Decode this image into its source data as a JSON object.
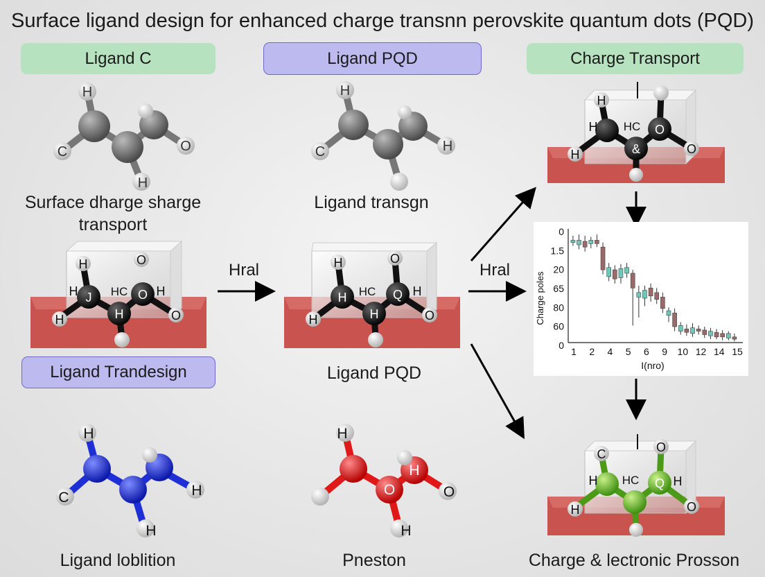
{
  "title": "Surface ligand design for enhanced charge transnn perovskite quantum dots (PQD)",
  "pills": {
    "ligand_c": "Ligand C",
    "ligand_pqd": "Ligand PQD",
    "charge_transport": "Charge Transport",
    "ligand_trandesign": "Ligand Trandesign"
  },
  "captions": {
    "surface_charge_line1": "Surface dharge sharge",
    "surface_charge_line2": "transport",
    "ligand_transgn": "Ligand transgn",
    "ligand_pqd": "Ligand  PQD",
    "ligand_loblition": "Ligand loblition",
    "pneston": "Pneston",
    "charge_electronic": "Charge & lectronic Prosson"
  },
  "arrow_labels": {
    "left": "Hral",
    "middle": "Hral"
  },
  "atoms": {
    "mol1": [
      "H",
      "C",
      "H",
      "O"
    ],
    "mol2": [
      "H",
      "C",
      "H"
    ],
    "slab1": [
      "H",
      "O",
      "H",
      "J",
      "HC",
      "O",
      "H",
      "H",
      "H",
      "O"
    ],
    "slab2": [
      "H",
      "O",
      "H",
      "HC",
      "Q",
      "H",
      "H",
      "H",
      "O"
    ],
    "slab3": [
      "H",
      "H",
      "HC",
      "O",
      "H",
      "&",
      "O"
    ],
    "slab4": [
      "C",
      "O",
      "H",
      "HC",
      "Q",
      "H",
      "H",
      "O"
    ],
    "mol_blue": [
      "H",
      "C",
      "H",
      "H"
    ],
    "mol_red": [
      "H",
      "H",
      "O",
      "O",
      "H"
    ]
  },
  "colors": {
    "pill_green": "#b7e2bf",
    "pill_purple": "#bdbaf0",
    "substrate": "#c9534f",
    "atom_black": "#111111",
    "atom_gray": "#6b6b6b",
    "atom_blue": "#1f2fd6",
    "atom_red": "#e01818",
    "atom_green": "#6fbf2a",
    "candle_teal": "#6fc7b8",
    "candle_brown": "#9a6a6a"
  },
  "chart_data": {
    "type": "candlestick",
    "xlabel": "I(nro)",
    "ylabel": "Charge poles",
    "x_ticks": [
      "1",
      "2",
      "4",
      "5",
      "6",
      "9",
      "10",
      "12",
      "14",
      "15"
    ],
    "y_ticks": [
      "0",
      "1.5",
      "20",
      "65",
      "80",
      "60",
      "0"
    ],
    "grid": false,
    "series": [
      {
        "values": [
          {
            "x": 1,
            "open": 1.2,
            "close": 1.0,
            "high": 0.6,
            "low": 1.5,
            "color": "teal"
          },
          {
            "x": 1.5,
            "open": 1.0,
            "close": 1.4,
            "high": 0.5,
            "low": 1.8,
            "color": "teal"
          },
          {
            "x": 2,
            "open": 1.1,
            "close": 1.6,
            "high": 0.6,
            "low": 2.0,
            "color": "brown"
          },
          {
            "x": 2.5,
            "open": 1.3,
            "close": 1.0,
            "high": 0.7,
            "low": 1.7,
            "color": "teal"
          },
          {
            "x": 3,
            "open": 1.0,
            "close": 1.3,
            "high": 0.5,
            "low": 1.6,
            "color": "brown"
          },
          {
            "x": 3.5,
            "open": 1.6,
            "close": 3.6,
            "high": 1.2,
            "low": 4.0,
            "color": "brown"
          },
          {
            "x": 4,
            "open": 3.4,
            "close": 4.2,
            "high": 3.0,
            "low": 4.6,
            "color": "teal"
          },
          {
            "x": 4.5,
            "open": 3.6,
            "close": 4.4,
            "high": 3.2,
            "low": 4.8,
            "color": "brown"
          },
          {
            "x": 5,
            "open": 3.5,
            "close": 4.3,
            "high": 3.1,
            "low": 4.8,
            "color": "teal"
          },
          {
            "x": 5.5,
            "open": 3.4,
            "close": 3.9,
            "high": 3.0,
            "low": 4.3,
            "color": "teal"
          },
          {
            "x": 6,
            "open": 3.9,
            "close": 5.2,
            "high": 3.6,
            "low": 8.5,
            "color": "brown"
          },
          {
            "x": 6.5,
            "open": 5.6,
            "close": 6.0,
            "high": 5.0,
            "low": 7.8,
            "color": "teal"
          },
          {
            "x": 7,
            "open": 5.4,
            "close": 6.1,
            "high": 5.0,
            "low": 6.8,
            "color": "teal"
          },
          {
            "x": 7.5,
            "open": 5.2,
            "close": 5.9,
            "high": 4.8,
            "low": 6.4,
            "color": "brown"
          },
          {
            "x": 8,
            "open": 5.6,
            "close": 6.2,
            "high": 5.2,
            "low": 6.6,
            "color": "brown"
          },
          {
            "x": 8.5,
            "open": 6.0,
            "close": 7.0,
            "high": 5.6,
            "low": 7.4,
            "color": "brown"
          },
          {
            "x": 9,
            "open": 7.2,
            "close": 7.6,
            "high": 6.9,
            "low": 8.2,
            "color": "teal"
          },
          {
            "x": 9.5,
            "open": 7.4,
            "close": 8.6,
            "high": 7.0,
            "low": 9.0,
            "color": "brown"
          },
          {
            "x": 10,
            "open": 8.5,
            "close": 9.0,
            "high": 8.2,
            "low": 9.3,
            "color": "teal"
          },
          {
            "x": 10.5,
            "open": 8.8,
            "close": 9.1,
            "high": 8.4,
            "low": 9.4,
            "color": "brown"
          },
          {
            "x": 11,
            "open": 8.7,
            "close": 9.2,
            "high": 8.3,
            "low": 9.5,
            "color": "teal"
          },
          {
            "x": 11.5,
            "open": 8.8,
            "close": 9.0,
            "high": 8.5,
            "low": 9.3,
            "color": "brown"
          },
          {
            "x": 12,
            "open": 8.9,
            "close": 9.3,
            "high": 8.6,
            "low": 9.6,
            "color": "brown"
          },
          {
            "x": 12.5,
            "open": 9.0,
            "close": 9.4,
            "high": 8.7,
            "low": 9.7,
            "color": "teal"
          },
          {
            "x": 13,
            "open": 9.1,
            "close": 9.5,
            "high": 8.8,
            "low": 9.7,
            "color": "brown"
          },
          {
            "x": 13.5,
            "open": 9.2,
            "close": 9.5,
            "high": 8.9,
            "low": 9.8,
            "color": "brown"
          },
          {
            "x": 14,
            "open": 9.2,
            "close": 9.6,
            "high": 9.0,
            "low": 9.8,
            "color": "teal"
          },
          {
            "x": 14.5,
            "open": 9.5,
            "close": 9.7,
            "high": 9.2,
            "low": 9.9,
            "color": "brown"
          }
        ]
      }
    ],
    "ylim": [
      0,
      10
    ],
    "xlim": [
      0.6,
      15.2
    ]
  }
}
